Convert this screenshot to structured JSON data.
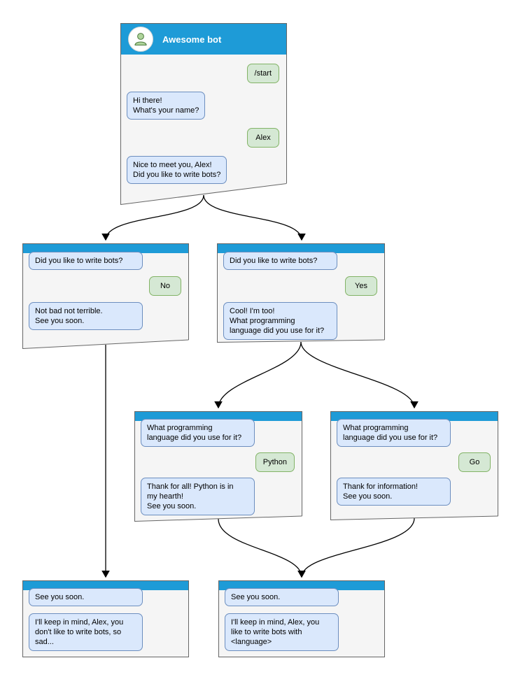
{
  "colors": {
    "header": "#1e9bd7",
    "bot_bubble": "#dae8fc",
    "bot_border": "#6c8ebf",
    "user_bubble": "#d5e8d4",
    "user_border": "#82b366",
    "window_bg": "#f5f5f5",
    "window_border": "#666666"
  },
  "windows": {
    "root": {
      "title": "Awesome bot",
      "avatar_icon": "person-icon",
      "messages": [
        {
          "from": "user",
          "text": "/start"
        },
        {
          "from": "bot",
          "text": "Hi there!\nWhat's your name?"
        },
        {
          "from": "user",
          "text": "Alex"
        },
        {
          "from": "bot",
          "text": "Nice to meet you, Alex!\nDid you like to write bots?"
        }
      ]
    },
    "branch_no": {
      "messages": [
        {
          "from": "bot",
          "text": "Did you like to write bots?"
        },
        {
          "from": "user",
          "text": "No"
        },
        {
          "from": "bot",
          "text": "Not bad not terrible.\nSee you soon."
        }
      ]
    },
    "branch_yes": {
      "messages": [
        {
          "from": "bot",
          "text": "Did you like to write bots?"
        },
        {
          "from": "user",
          "text": "Yes"
        },
        {
          "from": "bot",
          "text": "Cool! I'm too!\nWhat programming\nlanguage did you use for it?"
        }
      ]
    },
    "branch_python": {
      "messages": [
        {
          "from": "bot",
          "text": "What programming\nlanguage did you use for it?"
        },
        {
          "from": "user",
          "text": "Python"
        },
        {
          "from": "bot",
          "text": "Thank for all! Python is in\nmy hearth!\nSee you soon."
        }
      ]
    },
    "branch_go": {
      "messages": [
        {
          "from": "bot",
          "text": "What programming\nlanguage did you use for it?"
        },
        {
          "from": "user",
          "text": "Go"
        },
        {
          "from": "bot",
          "text": "Thank for information!\nSee you soon."
        }
      ]
    },
    "end_no": {
      "messages": [
        {
          "from": "bot",
          "text": "See you soon."
        },
        {
          "from": "bot",
          "text": "I'll keep in mind, Alex, you\ndon't like to write bots, so\nsad..."
        }
      ]
    },
    "end_yes": {
      "messages": [
        {
          "from": "bot",
          "text": "See you soon."
        },
        {
          "from": "bot",
          "text": "I'll keep in mind, Alex, you\nlike to write bots with\n<language>"
        }
      ]
    }
  }
}
